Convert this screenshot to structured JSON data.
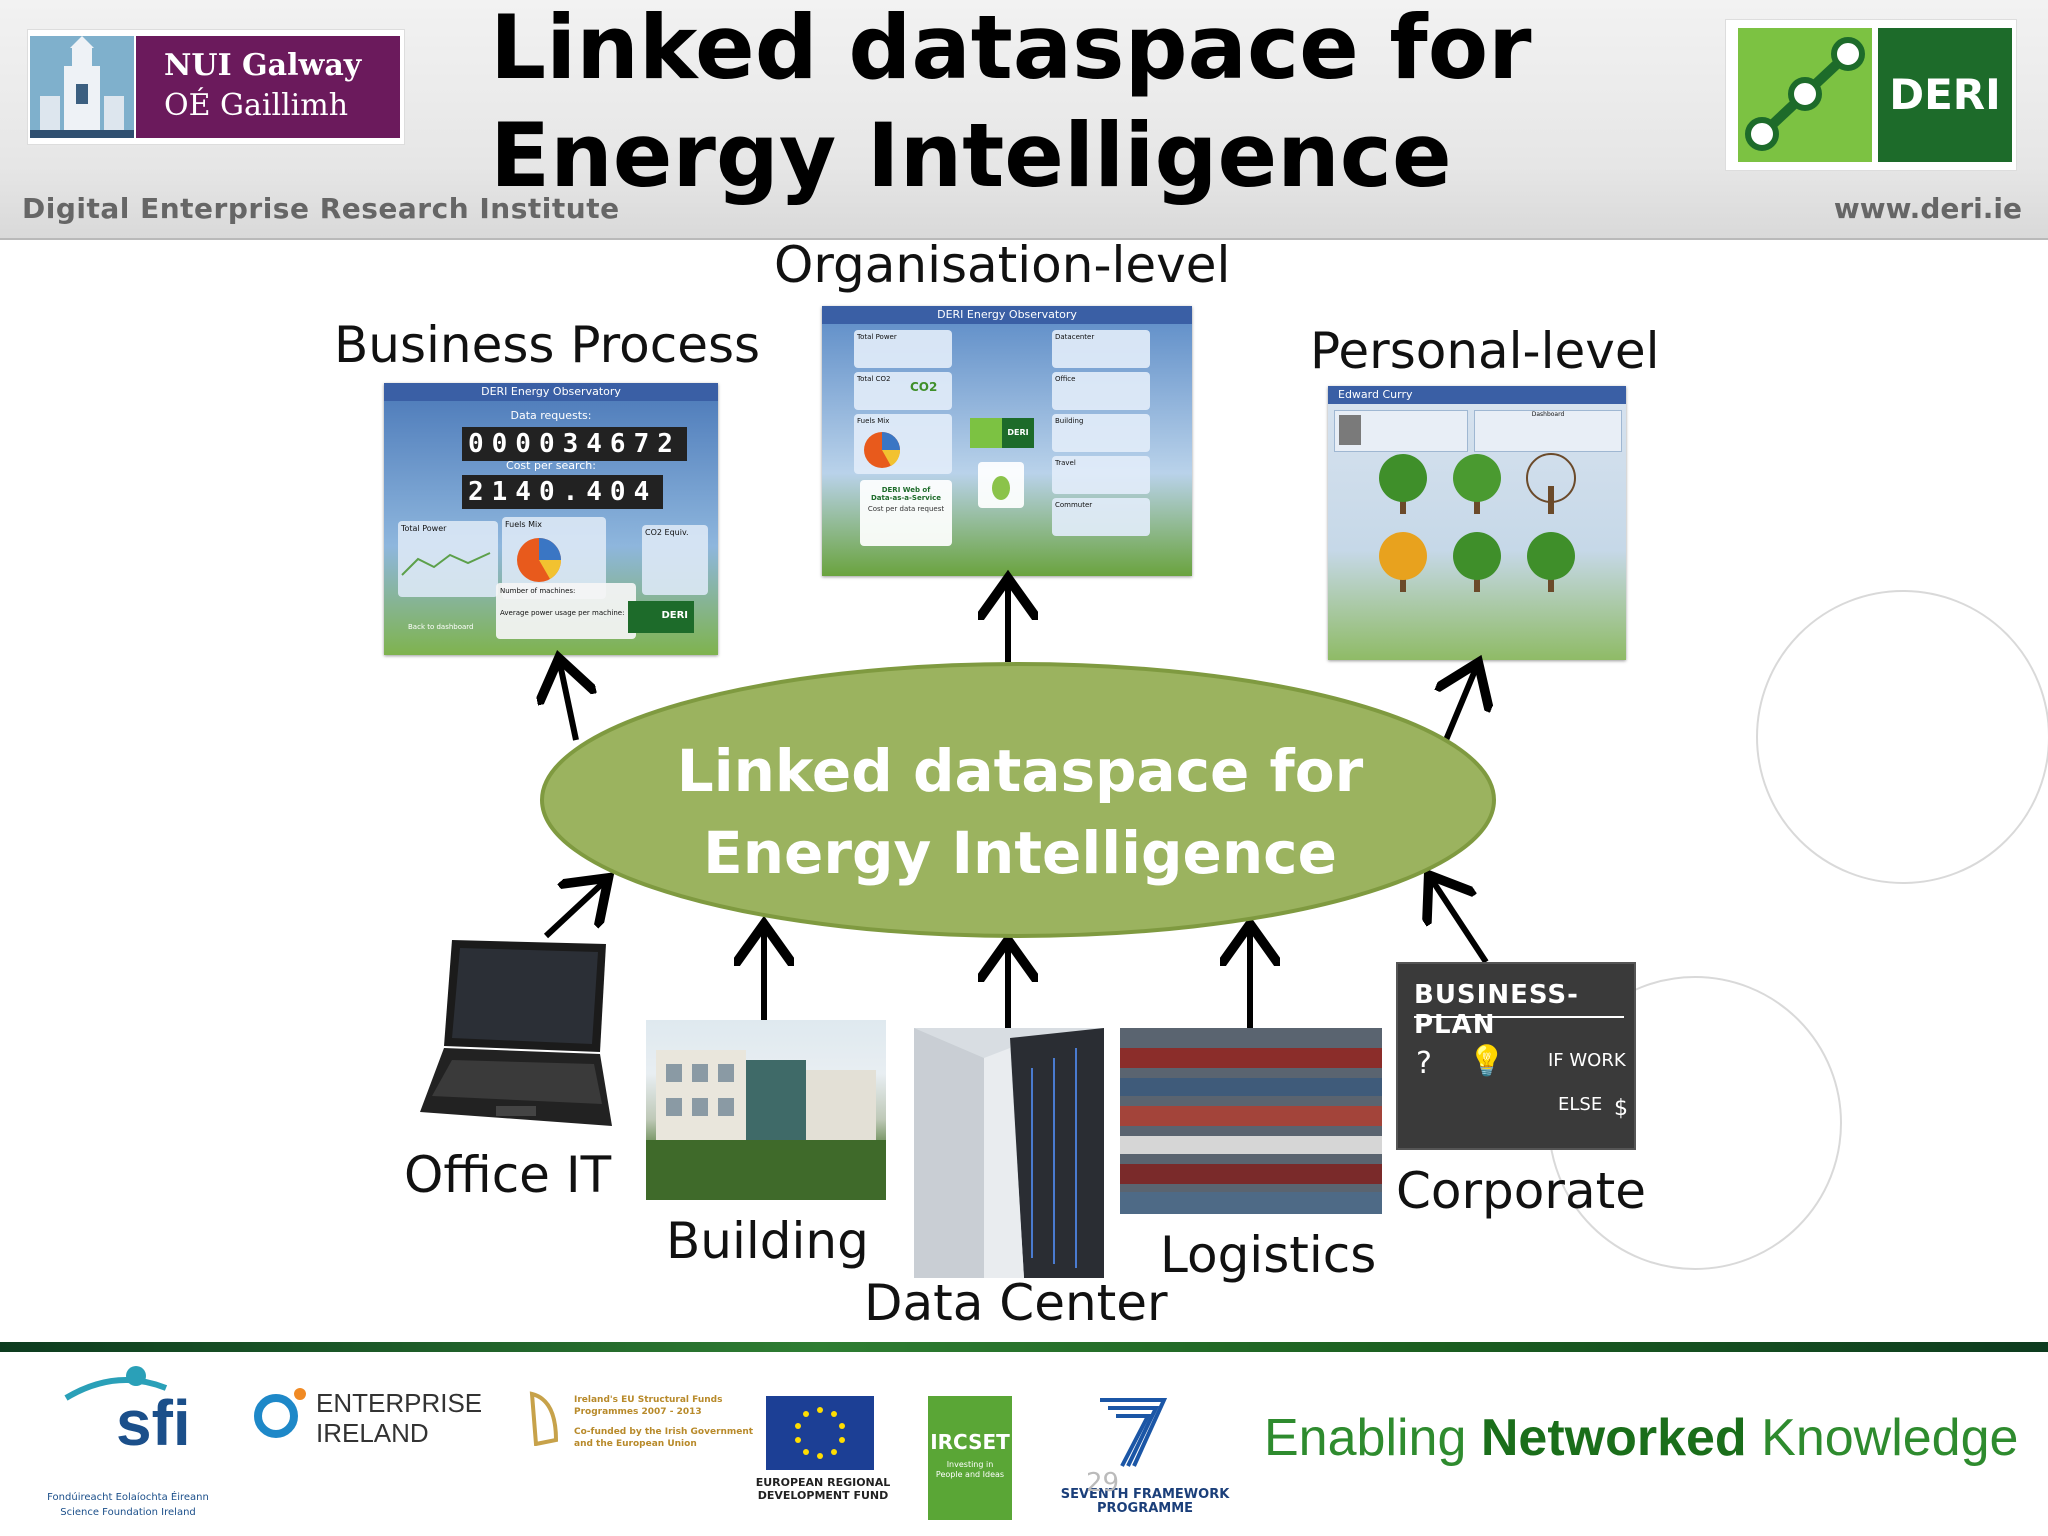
{
  "header": {
    "title_line1": "Linked dataspace for",
    "title_line2": "Energy Intelligence",
    "institute": "Digital Enterprise Research Institute",
    "url": "www.deri.ie",
    "nui_line1": "NUI Galway",
    "nui_line2": "OÉ Gaillimh",
    "deri_logo": "DERI"
  },
  "diagram": {
    "center_line1": "Linked dataspace for",
    "center_line2": "Energy Intelligence",
    "outputs": {
      "business": "Business Process",
      "organisation": "Organisation-level",
      "personal": "Personal-level"
    },
    "sources": {
      "office": "Office IT",
      "building": "Building",
      "datacenter": "Data Center",
      "logistics": "Logistics",
      "corporate": "Corporate"
    }
  },
  "screens": {
    "business": {
      "bar": "DERI Energy Observatory",
      "requests_label": "Data requests:",
      "requests_value": "000034672",
      "cost_label": "Cost per search:",
      "cost_value": "2140.404",
      "total_power": "Total Power",
      "fuels_mix": "Fuels Mix",
      "co2_equiv": "CO2 Equiv.",
      "machines": "Number of machines:",
      "avg_power": "Average power usage per machine:",
      "back": "Back to dashboard",
      "deri": "DERI"
    },
    "organisation": {
      "bar": "DERI Energy Observatory",
      "total_power": "Total Power",
      "total_co2": "Total CO2",
      "fuels_mix": "Fuels Mix",
      "datacenter": "Datacenter",
      "office": "Office",
      "building": "Building",
      "travel": "Travel",
      "commuter": "Commuter",
      "service1": "DERI Web of",
      "service2": "Data-as-a-Service",
      "cost": "Cost per data request",
      "deri": "DERI",
      "co2": "CO2"
    },
    "personal": {
      "bar": "Edward Curry",
      "dashboard": "Dashboard"
    }
  },
  "corporate_board": {
    "title": "BUSINESS-PLAN",
    "if": "IF WORK",
    "else": "ELSE",
    "dollar": "$",
    "q": "?"
  },
  "footer": {
    "tagline_pre": "Enabling ",
    "tagline_bold": "Networked",
    "tagline_post": " Knowledge",
    "sfi": "sfi",
    "sfi_sub1": "Fondúireacht Eolaíochta Éireann",
    "sfi_sub2": "Science Foundation Ireland",
    "ei1": "ENTERPRISE",
    "ei2": "IRELAND",
    "structural1": "Ireland's EU Structural Funds",
    "structural2": "Programmes 2007 - 2013",
    "structural3": "Co-funded by the Irish Government",
    "structural4": "and the European Union",
    "erdf1": "EUROPEAN REGIONAL",
    "erdf2": "DEVELOPMENT FUND",
    "ircset": "IRCSET",
    "ircset_sub": "Investing in People and Ideas",
    "fp7_1": "SEVENTH FRAMEWORK",
    "fp7_2": "PROGRAMME",
    "page": "29"
  },
  "colors": {
    "ellipse": "#9bb35f",
    "ellipse_border": "#8aa24d",
    "nui_purple": "#6b1a5c",
    "deri_green": "#7cc242",
    "deri_dark": "#1d6b2a",
    "tagline": "#2e8b2e"
  }
}
